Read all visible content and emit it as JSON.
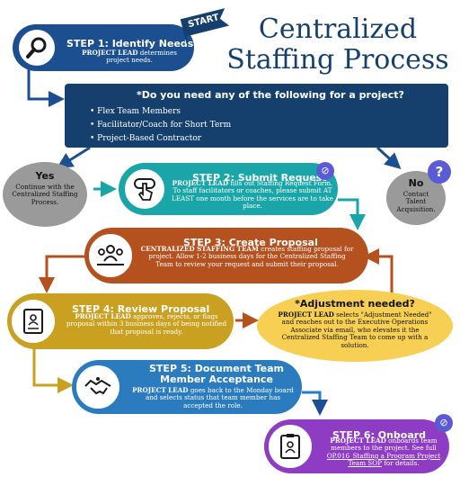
{
  "title": {
    "line1": "Centralized",
    "line2": "Staffing Process"
  },
  "start_flag": "START",
  "step1": {
    "title": "STEP 1: Identify Needs",
    "lead": "PROJECT LEAD",
    "text": " determines project needs.",
    "color": "#1b4f8f"
  },
  "question": {
    "title": "*Do you need any of the following for a project?",
    "items": [
      "Flex Team Members",
      "Facilitator/Coach for Short Term",
      "Project-Based Contractor"
    ],
    "color": "#15406e"
  },
  "yes": {
    "title": "Yes",
    "text": "Continue with the Centralized Staffing Process."
  },
  "no": {
    "title": "No",
    "text": "Contact Talent Acquisition.",
    "badge": "?"
  },
  "step2": {
    "title": "STEP 2: Submit Request",
    "lead": "PROJECT LEAD",
    "text": " fills out Staffing Request Form. To staff facilitators or coaches, please submit AT LEAST one month before the services are to take place.",
    "color": "#1aa6a8"
  },
  "step3": {
    "title": "STEP 3: Create Proposal",
    "lead": "CENTRALIZED STAFFING TEAM",
    "text": " creates staffing proposal for project. Allow 1-2 business days for the Centralized Staffing Team to review your request and submit their proposal.",
    "color": "#b5501f"
  },
  "step4": {
    "title": "STEP 4: Review Proposal",
    "lead": "PROJECT LEAD",
    "text": " approves, rejects, or flags proposal within 3 business days of being notified that proposal is ready.",
    "color": "#c9a020"
  },
  "adjust": {
    "title": "*Adjustment needed?",
    "lead": "PROJECT LEAD",
    "text": " selects \"Adjustment Needed\" and reaches out to the Executive Operations Associate via email, who elevates it the Centralized Staffing Team to come up with a solution.",
    "color": "#f7cf52"
  },
  "step5": {
    "title_line1": "STEP 5: Document Team",
    "title_line2": "Member Acceptance",
    "lead": "PROJECT LEAD",
    "text": " goes back to the Monday board and selects status that team member has accepted the role.",
    "color": "#2b7bbf"
  },
  "step6": {
    "title": "STEP 6: Onboard",
    "lead": "PROJECT LEAD",
    "text": " onboards team members to the project. See full ",
    "link_text": "OP.016_Staffing a Program Project Team SOP",
    "text_end": " for details.",
    "color": "#8e3cc4"
  },
  "colors": {
    "title": "#15406e",
    "link_badge": "#5b5bd6",
    "gray": "#9a9a9a",
    "arrow": "#1b4f8f",
    "teal_arrow": "#1aa6a8",
    "brown_arrow": "#b5501f",
    "gold_arrow": "#c9a020"
  },
  "icons": [
    "search-icon",
    "touch-icon",
    "team-icon",
    "document-icon",
    "handshake-icon",
    "onboard-icon",
    "link-icon",
    "question-icon"
  ]
}
